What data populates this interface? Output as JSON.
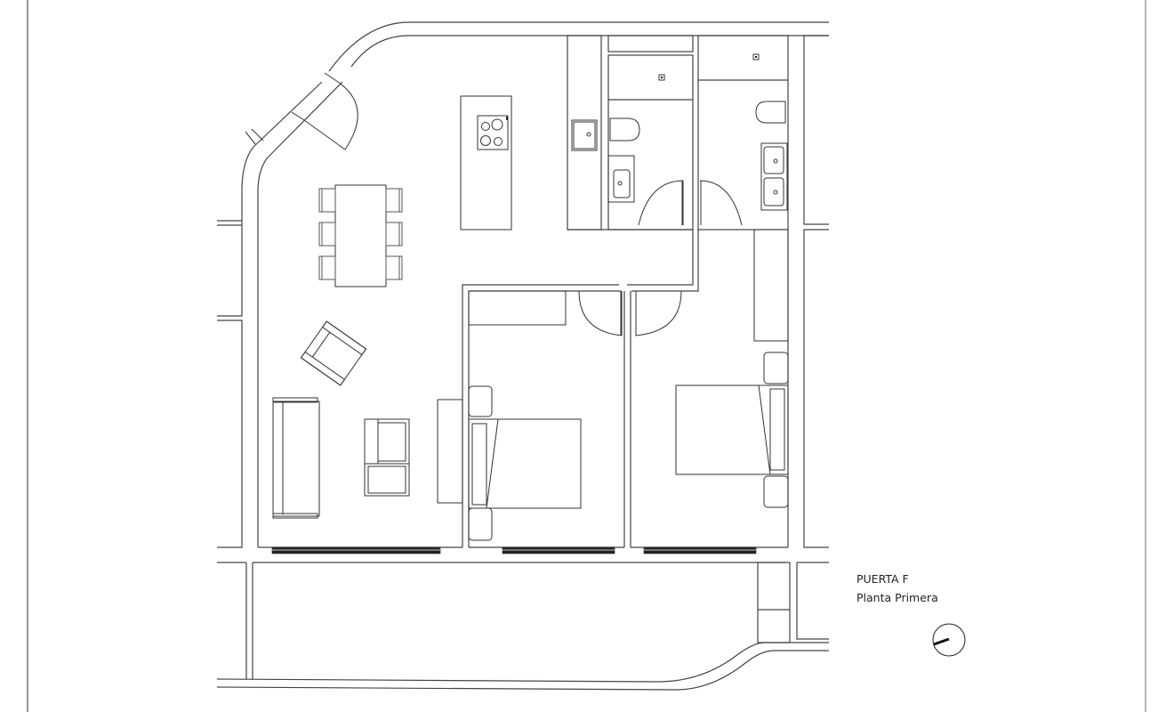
{
  "plan": {
    "unit_label": "PUERTA F",
    "floor_label": "Planta Primera",
    "rooms": [
      {
        "name": "living-dining-kitchen",
        "features": [
          "dining table with 6 chairs",
          "kitchen island with cooktop",
          "sofa",
          "armchair",
          "lounge chair",
          "tv unit"
        ]
      },
      {
        "name": "kitchen-counter",
        "features": [
          "sink"
        ]
      },
      {
        "name": "bathroom-1",
        "features": [
          "toilet",
          "sink",
          "shower"
        ]
      },
      {
        "name": "bathroom-2",
        "features": [
          "toilet",
          "double sink",
          "shower"
        ]
      },
      {
        "name": "bedroom-1",
        "features": [
          "double bed",
          "2 nightstands",
          "wardrobe"
        ]
      },
      {
        "name": "bedroom-2",
        "features": [
          "double bed",
          "2 nightstands",
          "wardrobe"
        ]
      },
      {
        "name": "terrace",
        "features": []
      }
    ],
    "north_arrow": "north-arrow-icon"
  }
}
